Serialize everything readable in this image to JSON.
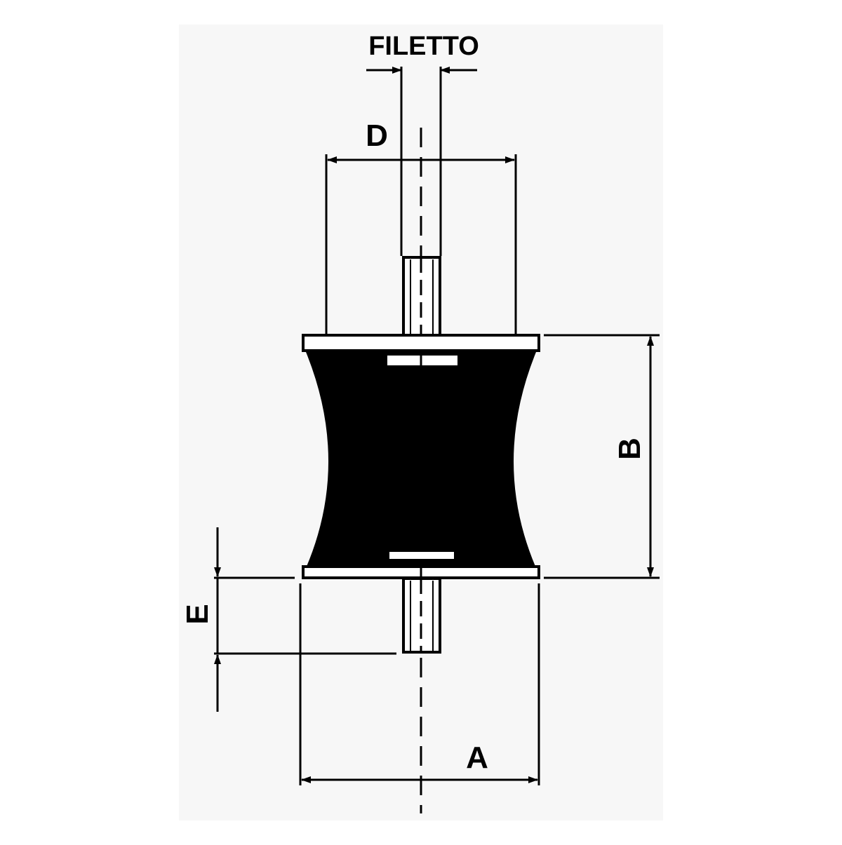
{
  "diagram": {
    "labels": {
      "thread": "FILETTO",
      "d": "D",
      "b": "B",
      "e": "E",
      "a": "A"
    },
    "colors": {
      "ink": "#000000",
      "paper": "#ffffff",
      "panel": "#f4f4f4"
    }
  }
}
